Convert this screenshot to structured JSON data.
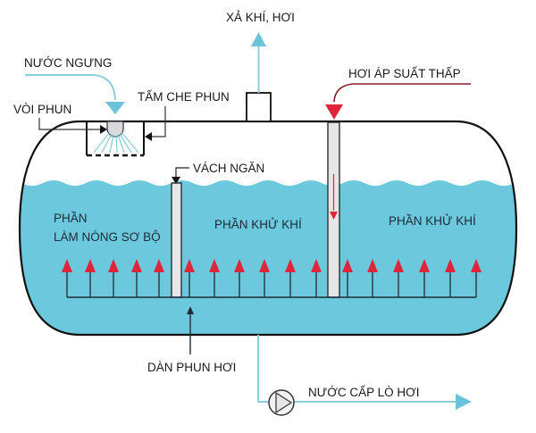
{
  "diagram": {
    "title": "Deaerator tank diagram",
    "colors": {
      "water": "#6cc8dc",
      "water_arrow": "#6cc2d8",
      "steam_arrow": "#e0243a",
      "outline": "#111111",
      "baffle_fill": "#e4e6e8",
      "spray_lines": "#8ccfdc"
    },
    "labels": {
      "vent": "XẢ KHÍ, HƠI",
      "condensate": "NƯỚC NGƯNG",
      "spray_cover": "TẤM CHE PHUN",
      "spray_nozzle": "VÒI PHUN",
      "low_pressure_steam": "HƠI ÁP SUẤT THẤP",
      "baffle": "VÁCH NGĂN",
      "preheat_section_line1": "PHẦN",
      "preheat_section_line2": "LÀM NÓNG SƠ BỘ",
      "deaeration_section_1": "PHẦN KHỬ KHÍ",
      "deaeration_section_2": "PHẦN KHỬ KHÍ",
      "steam_sparger": "DÀN PHUN HƠI",
      "boiler_feedwater": "NƯỚC CẤP LÒ HƠI"
    },
    "icons": {
      "pump": "pump-icon",
      "steam_bubble_arrow": "arrow-up-icon"
    },
    "steam_arrow_count": 17
  }
}
